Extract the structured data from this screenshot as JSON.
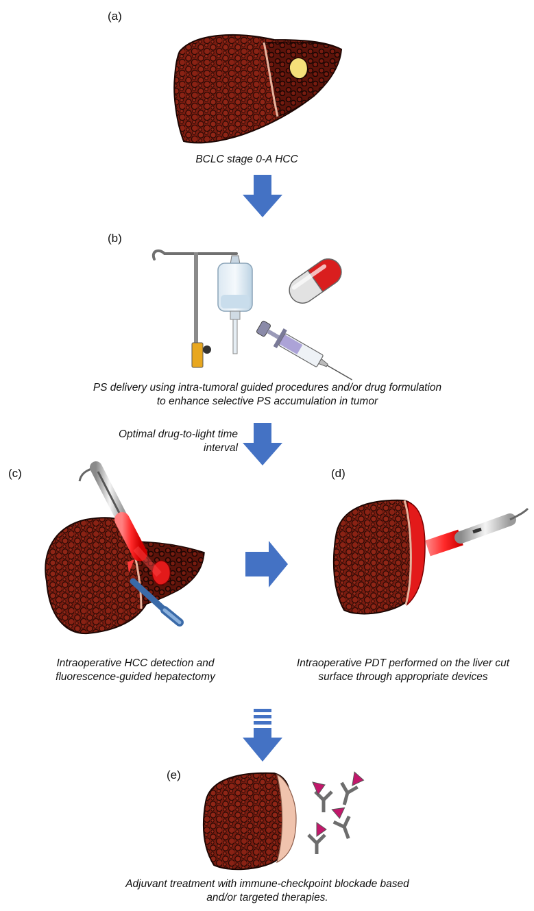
{
  "panels": {
    "a": {
      "label": "(a)",
      "caption": "BCLC stage 0-A HCC"
    },
    "b": {
      "label": "(b)",
      "caption_line1": "PS delivery using intra-tumoral guided procedures and/or drug formulation",
      "caption_line2": "to enhance selective PS accumulation in tumor"
    },
    "interval": {
      "line1": "Optimal drug-to-light time",
      "line2": "interval"
    },
    "c": {
      "label": "(c)",
      "caption_line1": "Intraoperative HCC detection and",
      "caption_line2": "fluorescence-guided hepatectomy"
    },
    "d": {
      "label": "(d)",
      "caption_line1": "Intraoperative PDT performed on the liver cut",
      "caption_line2": "surface through appropriate devices"
    },
    "e": {
      "label": "(e)",
      "caption_line1": "Adjuvant treatment with immune-checkpoint blockade based",
      "caption_line2": "and/or targeted therapies."
    }
  },
  "colors": {
    "liver": "#7a1c10",
    "liver_dark": "#2a0a05",
    "tumor": "#f5e07a",
    "arrow": "#4472c4",
    "laser": "#ff2a2a",
    "antibody": "#6d6d6d",
    "antigen": "#c2186b"
  },
  "icons": [
    "liver-icon",
    "iv-drip-icon",
    "capsule-icon",
    "syringe-icon",
    "laser-probe-icon",
    "antibody-icon"
  ]
}
